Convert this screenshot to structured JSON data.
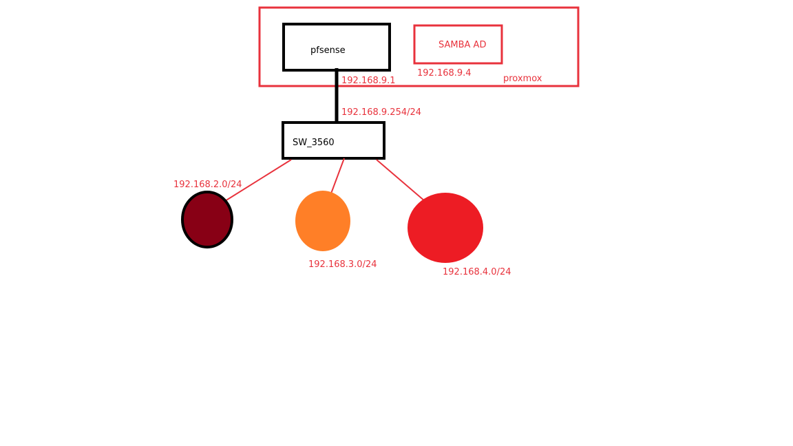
{
  "colors": {
    "frame_red": "#e8323c",
    "label_red": "#e8323c",
    "black": "#000000",
    "dark_red_subnet": "#880015",
    "orange_subnet": "#ff7f27",
    "red_subnet": "#ed1c24"
  },
  "proxmox": {
    "label": "proxmox"
  },
  "pfsense": {
    "label": "pfsense",
    "ip": "192.168.9.1"
  },
  "samba": {
    "label": "SAMBA AD",
    "ip": "192.168.9.4"
  },
  "switch": {
    "label": "SW_3560",
    "ip": "192.168.9.254/24"
  },
  "subnets": [
    {
      "label": "192.168.2.0/24"
    },
    {
      "label": "192.168.3.0/24"
    },
    {
      "label": "192.168.4.0/24"
    }
  ]
}
